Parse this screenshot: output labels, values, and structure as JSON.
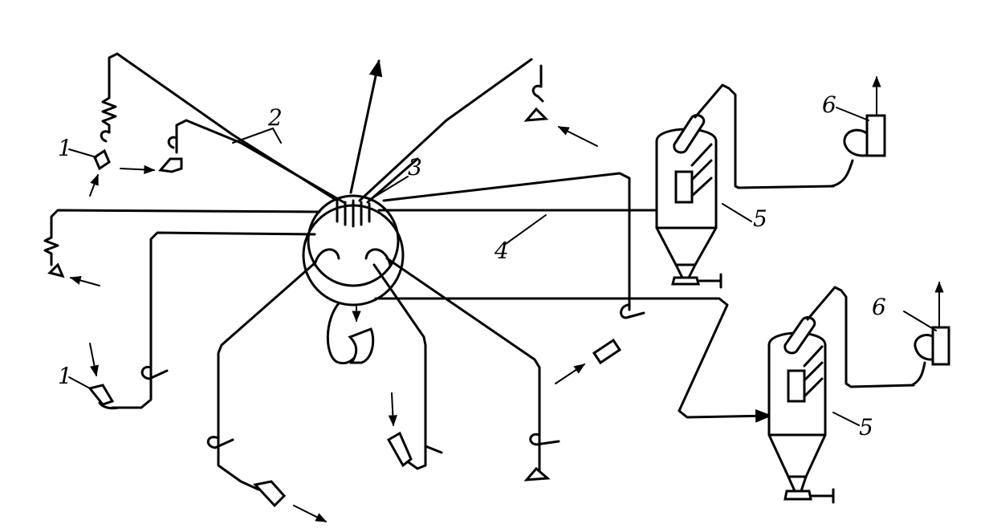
{
  "labels": {
    "l1_top": "1",
    "l1_bottom": "1",
    "l2": "2",
    "l3": "3",
    "l4": "4",
    "l5_top": "5",
    "l5_bottom": "5",
    "l6_top": "6",
    "l6_bottom": "6"
  },
  "colors": {
    "ink": "#000000",
    "background": "#ffffff"
  }
}
